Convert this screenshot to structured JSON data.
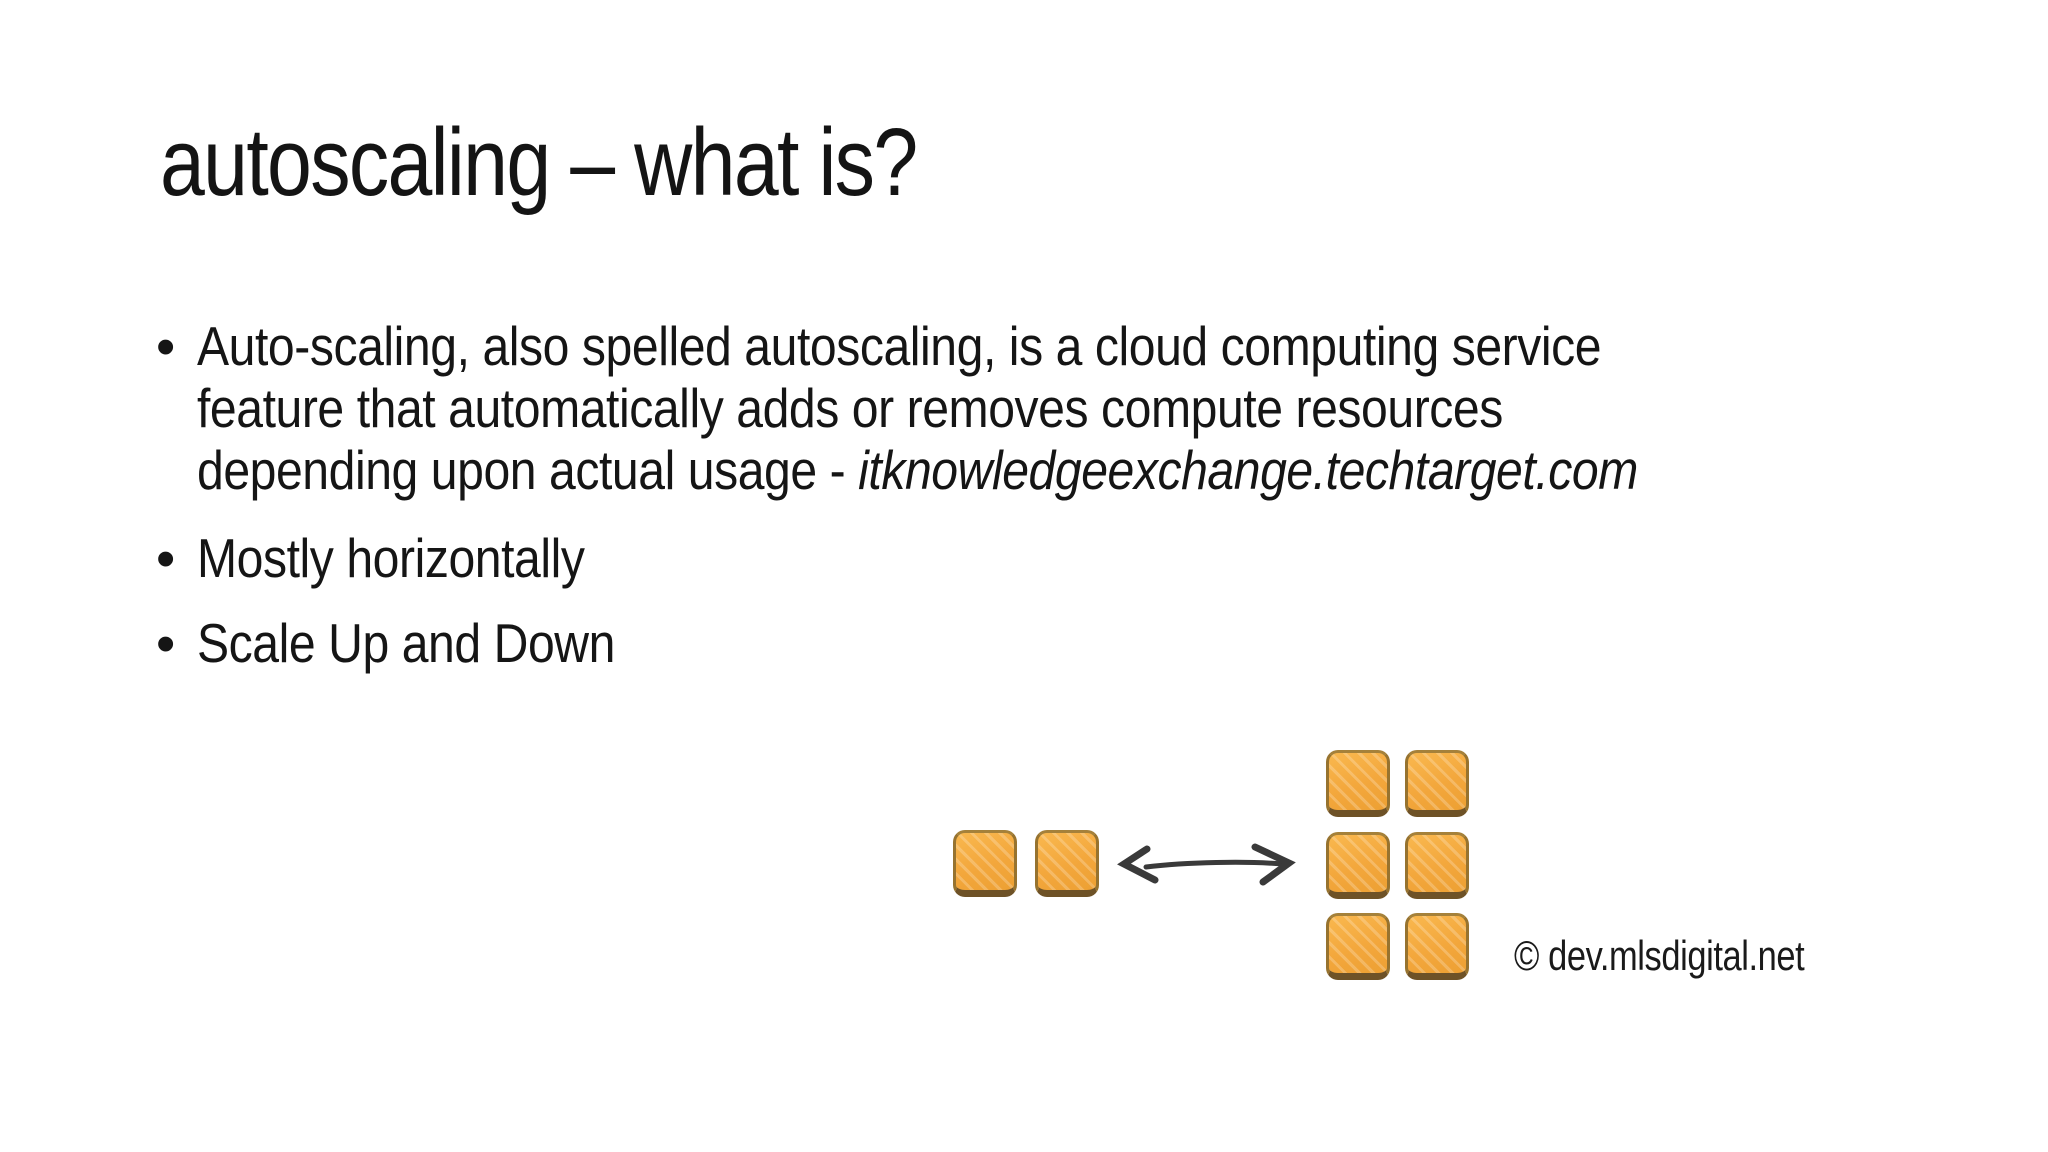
{
  "slide": {
    "title": "autoscaling – what is?",
    "bullet_char": "•",
    "bullets": {
      "b1_line1": "Auto-scaling, also spelled autoscaling, is a cloud computing service",
      "b1_line2": "feature that automatically adds or removes compute resources",
      "b1_line3_text": "depending upon actual usage - ",
      "b1_line3_source": "itknowledgeexchange.techtarget.com",
      "b2": "Mostly horizontally",
      "b3": "Scale Up and Down"
    },
    "diagram": {
      "left_square_count": 2,
      "right_square_count": 6,
      "caption": "© dev.mlsdigital.net",
      "icons": {
        "server_square": "rounded-orange-square",
        "scale_arrow": "double-headed-arrow"
      },
      "colors": {
        "square_fill": "#f3a73c",
        "square_fill_light": "#f9b84f",
        "square_border": "#97732f",
        "square_shadow": "#6e5227",
        "arrow": "#3a3a3a"
      }
    },
    "colors": {
      "background": "#ffffff",
      "text": "#151515"
    }
  }
}
